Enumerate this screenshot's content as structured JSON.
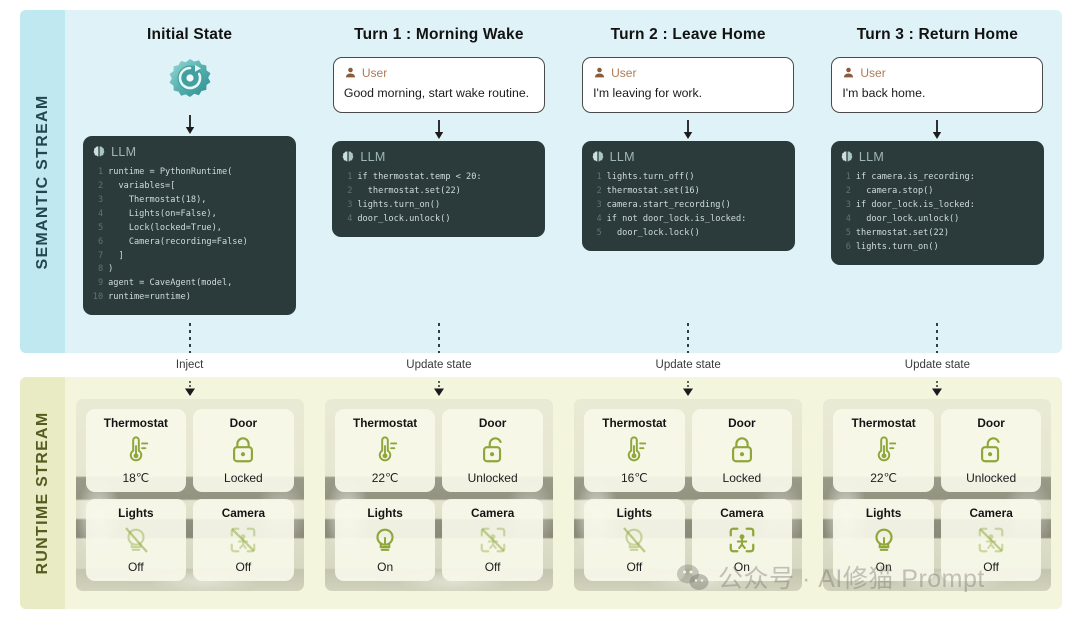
{
  "streams": {
    "semantic_label": "SEMANTIC STREAM",
    "runtime_label": "RUNTIME STREAM"
  },
  "colors": {
    "semantic_panel_bg": "#def2f7",
    "semantic_rail_bg": "#bfe8f0",
    "runtime_panel_bg": "#f4f5dd",
    "runtime_rail_bg": "#e8ebc4",
    "code_card_bg": "#2b3b3c",
    "device_accent": "#8ea63a",
    "user_label_color": "#b07a58"
  },
  "columns": [
    {
      "title": "Initial State",
      "icon": "gear-icon",
      "has_user": false,
      "user": null,
      "llm_label": "LLM",
      "code_lines": [
        {
          "n": "1",
          "text": "runtime = PythonRuntime("
        },
        {
          "n": "2",
          "text": "  variables=["
        },
        {
          "n": "3",
          "text": "    Thermostat(18),"
        },
        {
          "n": "4",
          "text": "    Lights(on=False),"
        },
        {
          "n": "5",
          "text": "    Lock(locked=True),"
        },
        {
          "n": "6",
          "text": "    Camera(recording=False)"
        },
        {
          "n": "7",
          "text": "  ]"
        },
        {
          "n": "8",
          "text": ")"
        },
        {
          "n": "9",
          "text": "agent = CaveAgent(model,"
        },
        {
          "n": "10",
          "text": "runtime=runtime)"
        }
      ],
      "connector_label": "Inject",
      "devices": [
        {
          "name": "Thermostat",
          "value": "18℃",
          "icon": "thermostat-icon",
          "state": "normal"
        },
        {
          "name": "Door",
          "value": "Locked",
          "icon": "lock-closed-icon",
          "state": "locked"
        },
        {
          "name": "Lights",
          "value": "Off",
          "icon": "bulb-off-icon",
          "state": "off"
        },
        {
          "name": "Camera",
          "value": "Off",
          "icon": "camera-off-icon",
          "state": "off"
        }
      ]
    },
    {
      "title": "Turn 1 : Morning Wake",
      "icon": null,
      "has_user": true,
      "user": {
        "label": "User",
        "message": "Good morning, start wake routine."
      },
      "llm_label": "LLM",
      "code_lines": [
        {
          "n": "1",
          "text": "if thermostat.temp < 20:"
        },
        {
          "n": "2",
          "text": "  thermostat.set(22)"
        },
        {
          "n": "3",
          "text": "lights.turn_on()"
        },
        {
          "n": "4",
          "text": "door_lock.unlock()"
        }
      ],
      "connector_label": "Update state",
      "devices": [
        {
          "name": "Thermostat",
          "value": "22℃",
          "icon": "thermostat-icon",
          "state": "normal"
        },
        {
          "name": "Door",
          "value": "Unlocked",
          "icon": "lock-open-icon",
          "state": "unlocked"
        },
        {
          "name": "Lights",
          "value": "On",
          "icon": "bulb-on-icon",
          "state": "on"
        },
        {
          "name": "Camera",
          "value": "Off",
          "icon": "camera-off-icon",
          "state": "off"
        }
      ]
    },
    {
      "title": "Turn 2 : Leave Home",
      "icon": null,
      "has_user": true,
      "user": {
        "label": "User",
        "message": "I'm leaving for work."
      },
      "llm_label": "LLM",
      "code_lines": [
        {
          "n": "1",
          "text": "lights.turn_off()"
        },
        {
          "n": "2",
          "text": "thermostat.set(16)"
        },
        {
          "n": "3",
          "text": "camera.start_recording()"
        },
        {
          "n": "4",
          "text": "if not door_lock.is_locked:"
        },
        {
          "n": "5",
          "text": "  door_lock.lock()"
        }
      ],
      "connector_label": "Update state",
      "devices": [
        {
          "name": "Thermostat",
          "value": "16℃",
          "icon": "thermostat-icon",
          "state": "normal"
        },
        {
          "name": "Door",
          "value": "Locked",
          "icon": "lock-closed-icon",
          "state": "locked"
        },
        {
          "name": "Lights",
          "value": "Off",
          "icon": "bulb-off-icon",
          "state": "off"
        },
        {
          "name": "Camera",
          "value": "On",
          "icon": "camera-on-icon",
          "state": "on"
        }
      ]
    },
    {
      "title": "Turn 3 : Return Home",
      "icon": null,
      "has_user": true,
      "user": {
        "label": "User",
        "message": "I'm back home."
      },
      "llm_label": "LLM",
      "code_lines": [
        {
          "n": "1",
          "text": "if camera.is_recording:"
        },
        {
          "n": "2",
          "text": "  camera.stop()"
        },
        {
          "n": "3",
          "text": "if door_lock.is_locked:"
        },
        {
          "n": "4",
          "text": "  door_lock.unlock()"
        },
        {
          "n": "5",
          "text": "thermostat.set(22)"
        },
        {
          "n": "6",
          "text": "lights.turn_on()"
        }
      ],
      "connector_label": "Update state",
      "devices": [
        {
          "name": "Thermostat",
          "value": "22℃",
          "icon": "thermostat-icon",
          "state": "normal"
        },
        {
          "name": "Door",
          "value": "Unlocked",
          "icon": "lock-open-icon",
          "state": "unlocked"
        },
        {
          "name": "Lights",
          "value": "On",
          "icon": "bulb-on-icon",
          "state": "on"
        },
        {
          "name": "Camera",
          "value": "Off",
          "icon": "camera-off-icon",
          "state": "off"
        }
      ]
    }
  ],
  "watermark": {
    "text": "公众号 · AI修猫 Prompt"
  }
}
